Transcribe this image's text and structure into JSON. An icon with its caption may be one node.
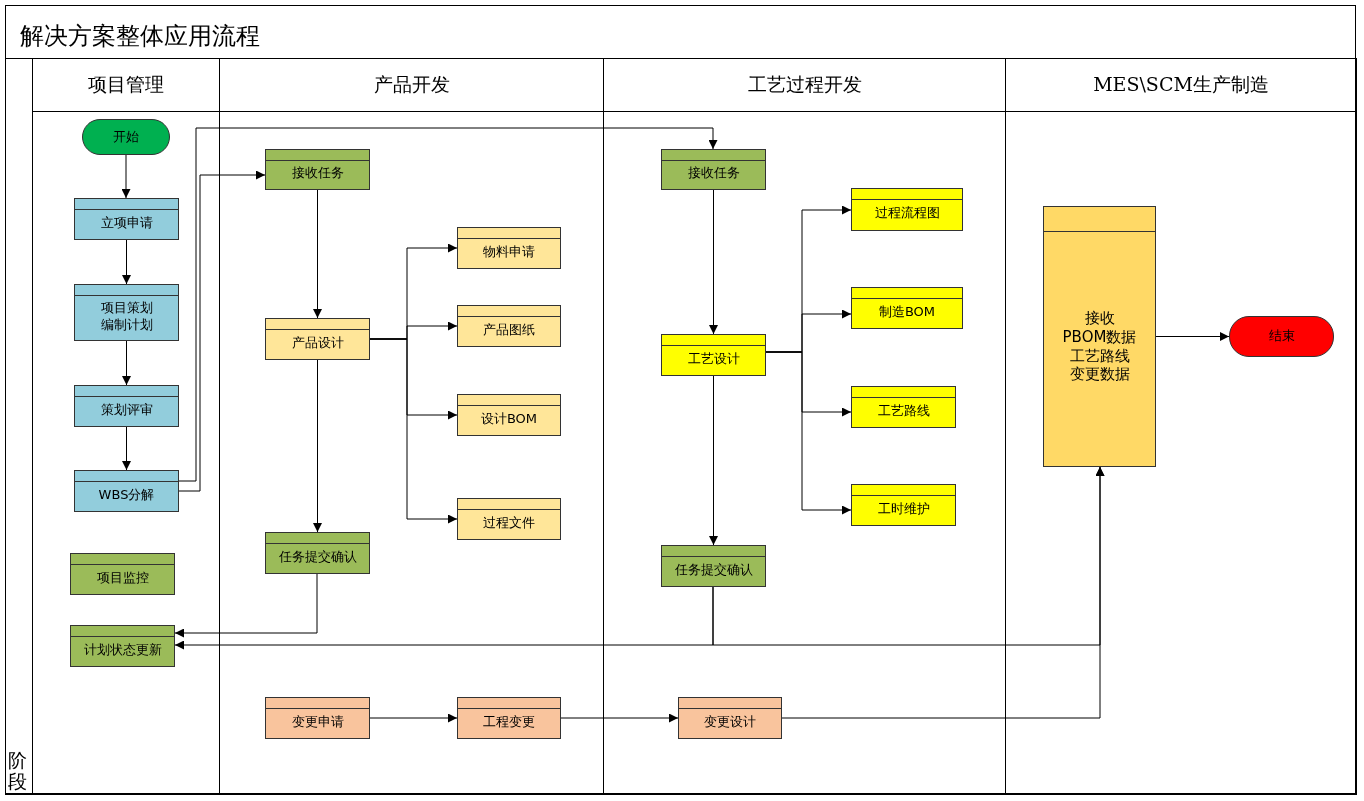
{
  "diagram": {
    "title": "解决方案整体应用流程",
    "nodes": [
      {
        "text": [
          "阶段"
        ]
      },
      {
        "text": [
          "项目管理"
        ]
      },
      {
        "text": [
          "产品开发"
        ]
      },
      {
        "text": [
          "工艺过程开发"
        ]
      },
      {
        "text": [
          "MES\\SCM生产制造"
        ]
      },
      {
        "text": [
          "开始"
        ],
        "in": 1
      },
      {
        "text": [
          "立项申请"
        ],
        "in": 1
      },
      {
        "text": [
          "项目策划编制计划"
        ],
        "in": 1
      },
      {
        "text": [
          "策划评审"
        ],
        "in": 1
      },
      {
        "text": [
          "WBS分解"
        ],
        "in": 1
      },
      {
        "text": [
          "项目监控"
        ],
        "in": 1
      },
      {
        "text": [
          "计划状态更新"
        ],
        "in": 1
      },
      {
        "text": [
          "接收任务"
        ],
        "in": 2
      },
      {
        "text": [
          "产品设计"
        ],
        "in": 2
      },
      {
        "text": [
          "物料申请"
        ],
        "in": 2
      },
      {
        "text": [
          "产品图纸"
        ],
        "in": 2
      },
      {
        "text": [
          "设计BOM"
        ],
        "in": 2
      },
      {
        "text": [
          "过程文件"
        ],
        "in": 2
      },
      {
        "text": [
          "任务提交确认"
        ],
        "in": 2
      },
      {
        "text": [
          "变更申请"
        ],
        "in": 2
      },
      {
        "text": [
          "工程变更"
        ],
        "in": 2
      },
      {
        "text": [
          "接收任务"
        ],
        "in": 3
      },
      {
        "text": [
          "工艺设计"
        ],
        "in": 3
      },
      {
        "text": [
          "过程流程图"
        ],
        "in": 3
      },
      {
        "text": [
          "制造BOM"
        ],
        "in": 3
      },
      {
        "text": [
          "工艺路线"
        ],
        "in": 3
      },
      {
        "text": [
          "工时维护"
        ],
        "in": 3
      },
      {
        "text": [
          "任务提交确认"
        ],
        "in": 3
      },
      {
        "text": [
          "变更设计"
        ],
        "in": 3
      },
      {
        "text": [
          "接收",
          "PBOM数据",
          "工艺路线",
          "变更数据"
        ],
        "in": 4
      },
      {
        "text": [
          "结束"
        ],
        "in": 4
      }
    ],
    "edges": [
      {
        "from": 5,
        "to": 6,
        "arrow": "to"
      },
      {
        "from": 6,
        "to": 7,
        "arrow": "to"
      },
      {
        "from": 7,
        "to": 8,
        "arrow": "to"
      },
      {
        "from": 8,
        "to": 9,
        "arrow": "to"
      },
      {
        "from": 9,
        "to": 12,
        "arrow": "to"
      },
      {
        "from": 9,
        "to": 21,
        "arrow": "to"
      },
      {
        "from": 12,
        "to": 13,
        "arrow": "to"
      },
      {
        "from": 13,
        "to": 14,
        "arrow": "to"
      },
      {
        "from": 13,
        "to": 15,
        "arrow": "to"
      },
      {
        "from": 13,
        "to": 16,
        "arrow": "to"
      },
      {
        "from": 13,
        "to": 17,
        "arrow": "to"
      },
      {
        "from": 13,
        "to": 18,
        "arrow": "to"
      },
      {
        "from": 18,
        "to": 11,
        "arrow": "to"
      },
      {
        "from": 21,
        "to": 22,
        "arrow": "to"
      },
      {
        "from": 22,
        "to": 23,
        "arrow": "to"
      },
      {
        "from": 22,
        "to": 24,
        "arrow": "to"
      },
      {
        "from": 22,
        "to": 25,
        "arrow": "to"
      },
      {
        "from": 22,
        "to": 26,
        "arrow": "to"
      },
      {
        "from": 22,
        "to": 27,
        "arrow": "to"
      },
      {
        "from": 27,
        "to": 11,
        "arrow": "to"
      },
      {
        "from": 27,
        "to": 29,
        "arrow": "to"
      },
      {
        "from": 19,
        "to": 20,
        "arrow": "to"
      },
      {
        "from": 20,
        "to": 28,
        "arrow": "to"
      },
      {
        "from": 28,
        "to": 29,
        "arrow": "to"
      },
      {
        "from": 29,
        "to": 30,
        "arrow": "to"
      }
    ]
  }
}
